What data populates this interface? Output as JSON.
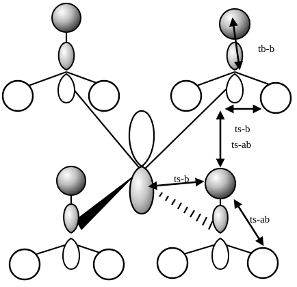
{
  "labels": {
    "tb_b": "tb-b",
    "ts_b_upper": "ts-b",
    "ts_ab_upper": "ts-ab",
    "ts_b_mid": "ts-b",
    "ts_ab_lower": "ts-ab"
  },
  "colors": {
    "stroke": "#000000",
    "background": "#ffffff",
    "sphere_light": "#ffffff",
    "sphere_mid": "#bdbdbd",
    "sphere_dark": "#333333"
  }
}
